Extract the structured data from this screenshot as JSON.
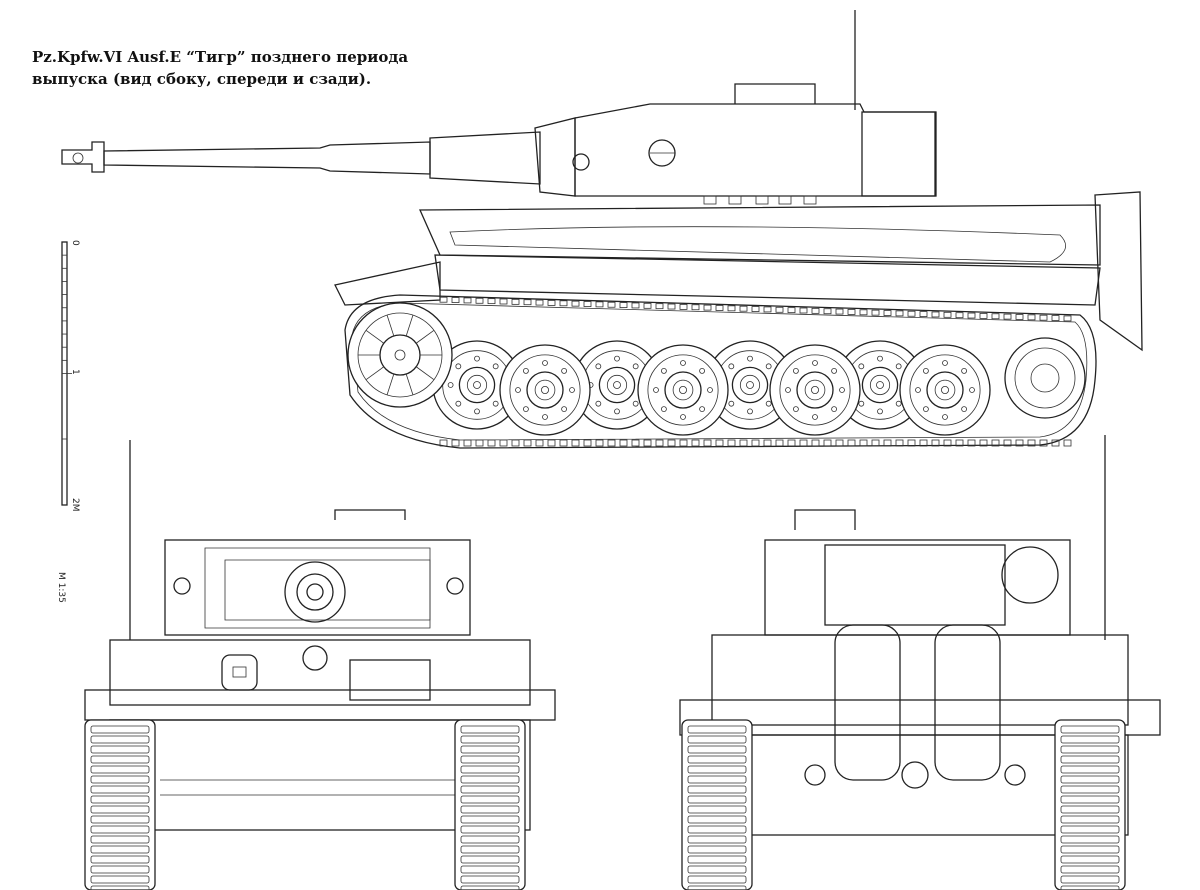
{
  "title": {
    "line1": "Pz.Kpfw.VI  Ausf.E “Тигр” позднего  периода",
    "line2": "выпуска (вид сбоку, спереди и сзади)."
  },
  "scale_bar": {
    "labels": [
      "0",
      "1",
      "2M"
    ],
    "ratio": "M 1:35"
  },
  "views": [
    "side",
    "front",
    "rear"
  ]
}
